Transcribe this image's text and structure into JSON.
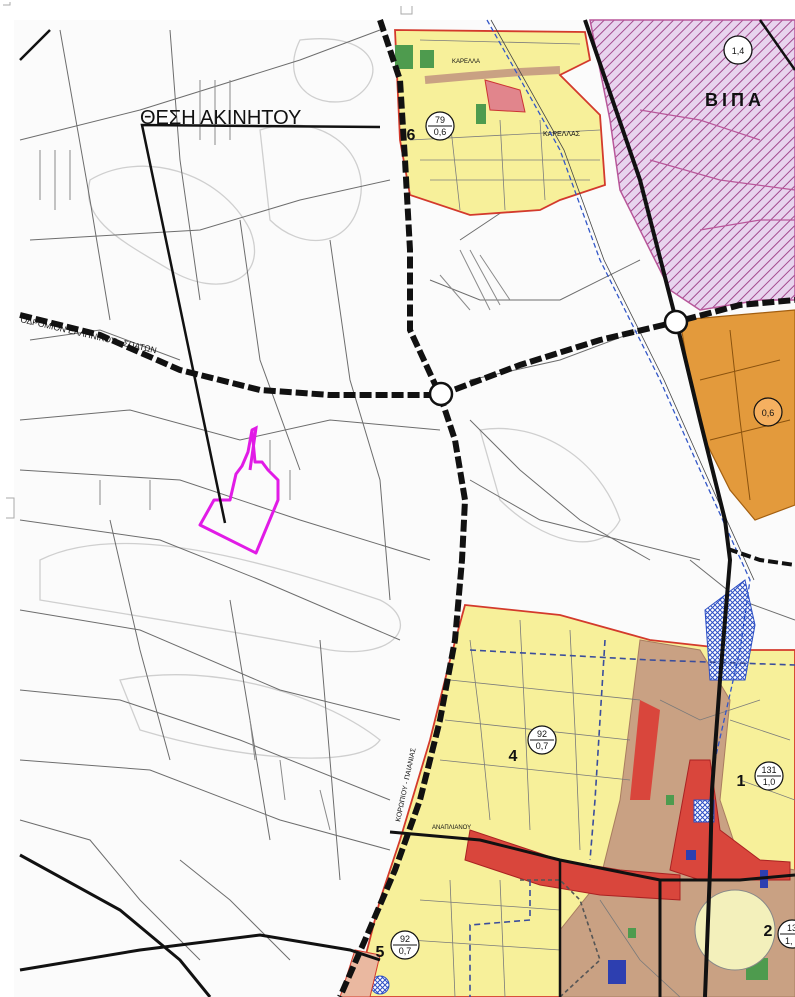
{
  "map": {
    "title_label": "ΘΕΣΗ ΑΚΙΝΗΤΟΥ",
    "area_vipa": "ΒΙΠΑ",
    "vipa_small": "1,4",
    "place_karellas_top": "ΚΑΡΕΛΛΑ",
    "place_karellas": "ΚΑΡΕΛΛΑΣ",
    "road_diagonal": "ΟΔΡΟΜΙΟΝ ΕΛΛΗΝΙΚΟΥ - ΣΠΑΤΩΝ",
    "road_vertical": "ΚΟΡΩΠΙΟΥ - ΠΑΙΑΝΙΑΣ",
    "road_street": "ΑΝΑΠΛΙΑΝΟΥ",
    "zone_orange_value": "0,6",
    "zones": [
      {
        "id": "6",
        "top": "79",
        "bottom": "0,6"
      },
      {
        "id": "4",
        "top": "92",
        "bottom": "0,7"
      },
      {
        "id": "1",
        "top": "131",
        "bottom": "1,0"
      },
      {
        "id": "5",
        "top": "92",
        "bottom": "0,7"
      },
      {
        "id": "2",
        "top": "13",
        "bottom": "1,"
      }
    ]
  },
  "colors": {
    "yellow_zone": "#f7f09a",
    "orange_zone": "#e39a3c",
    "brown_zone": "#c9a183",
    "red_zone": "#d9463c",
    "pink_hatch": "#b8579a",
    "property_outline": "#e11be6",
    "boundary_red": "#d33a2c"
  }
}
